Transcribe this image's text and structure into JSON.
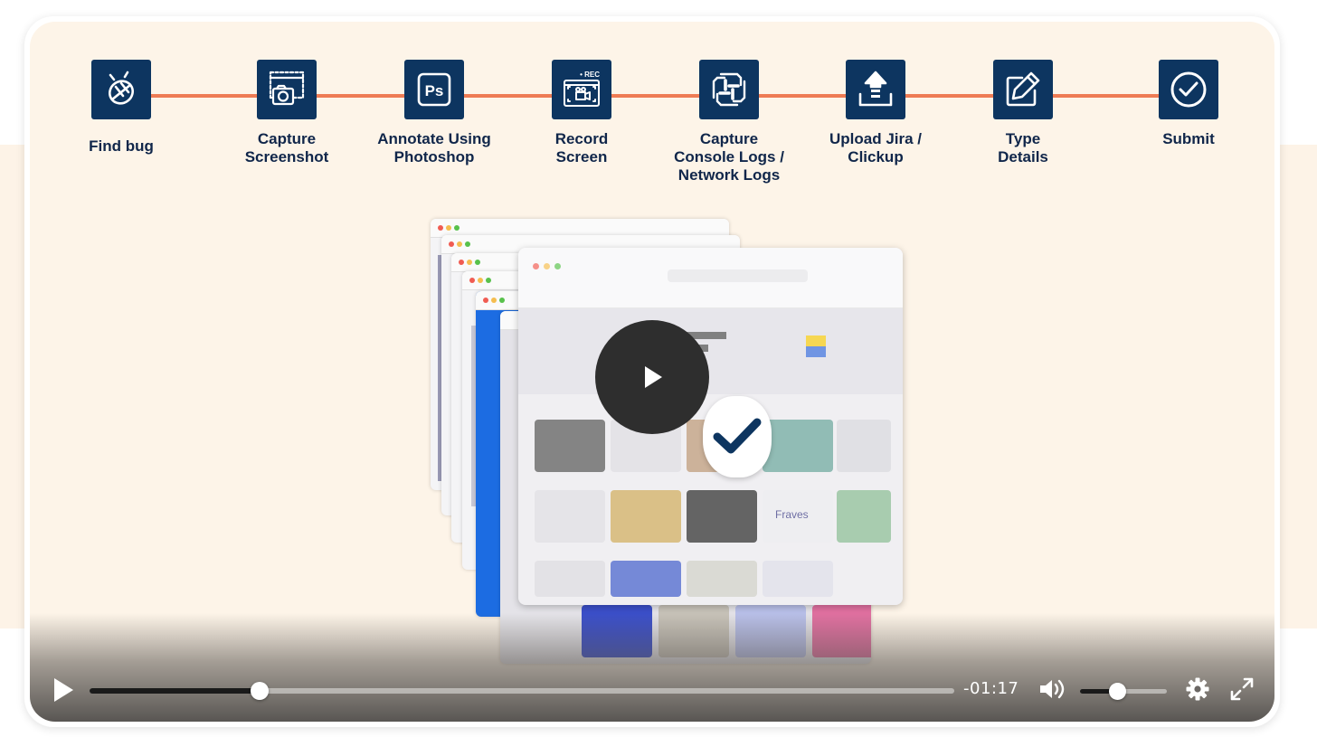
{
  "workflow": {
    "steps": [
      {
        "label": "Find bug",
        "icon": "bug-icon"
      },
      {
        "label": "Capture\nScreenshot",
        "icon": "screenshot-camera-icon"
      },
      {
        "label": "Annotate Using\nPhotoshop",
        "icon": "photoshop-icon"
      },
      {
        "label": "Record\nScreen",
        "icon": "screen-record-icon",
        "badge": "• REC"
      },
      {
        "label": "Capture\nConsole Logs /\nNetwork Logs",
        "icon": "slack-logo-icon"
      },
      {
        "label": "Upload Jira /\nClickup",
        "icon": "upload-icon"
      },
      {
        "label": "Type\nDetails",
        "icon": "edit-pencil-icon"
      },
      {
        "label": "Submit",
        "icon": "check-circle-icon"
      }
    ]
  },
  "preview": {
    "fake_logo": "Fraves"
  },
  "player": {
    "progress": 0.197,
    "time_remaining": "-01:17",
    "volume": 0.43,
    "icons": {
      "play": "play-icon",
      "volume": "volume-icon",
      "settings": "gear-icon",
      "fullscreen": "fullscreen-icon"
    }
  },
  "colors": {
    "icon_box": "#0d3560",
    "connector": "#ee7b54",
    "background": "#fdf4e8"
  }
}
